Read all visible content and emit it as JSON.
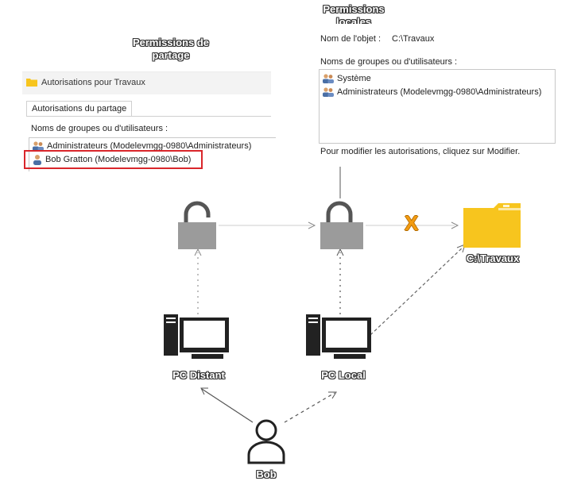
{
  "titles": {
    "share_permissions": "Permissions de\npartage",
    "local_permissions": "Permissions\nlocales"
  },
  "share_dialog": {
    "header_title": "Autorisations pour Travaux",
    "tab_label": "Autorisations du partage",
    "groups_label": "Noms de groupes ou d'utilisateurs :",
    "users": [
      "Administrateurs (Modelevmgg-0980\\Administrateurs)",
      "Bob Gratton (Modelevmgg-0980\\Bob)"
    ]
  },
  "local_dialog": {
    "object_name_label": "Nom de l'objet :",
    "object_name_value": "C:\\Travaux",
    "groups_label": "Noms de groupes ou d'utilisateurs :",
    "users": [
      "Système",
      "Administrateurs (Modelevmgg-0980\\Administrateurs)"
    ],
    "footer_text": "Pour modifier les autorisations, cliquez sur Modifier."
  },
  "nodes": {
    "folder_label": "C:\\Travaux",
    "pc_remote_label": "PC Distant",
    "pc_local_label": "PC Local",
    "user_label": "Bob",
    "deny_mark": "X"
  },
  "colors": {
    "lock_gray": "#9b9b9b",
    "folder_yellow": "#f7c51e",
    "deny_orange": "#f39c12",
    "highlight_red": "#d9262b"
  }
}
